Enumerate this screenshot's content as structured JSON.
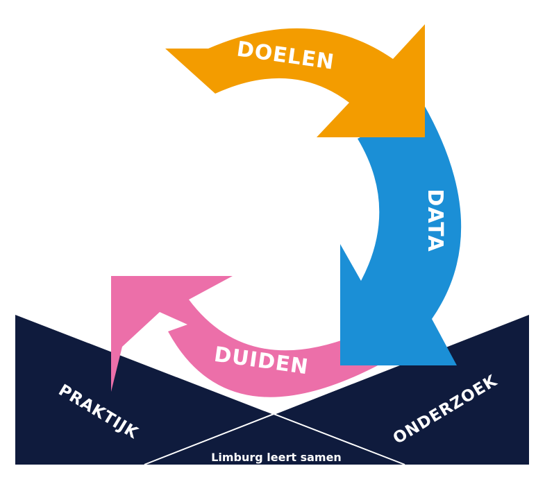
{
  "colors": {
    "background": "#ffffff",
    "navy": "#0f1b3d",
    "orange": "#f39c00",
    "blue": "#1b8fd6",
    "pink": "#ec6fa9",
    "text": "#ffffff"
  },
  "cycle": {
    "doelen": {
      "label": "DOELEN",
      "color": "#f39c00"
    },
    "data": {
      "label": "DATA",
      "color": "#1b8fd6"
    },
    "duiden": {
      "label": "DUIDEN",
      "color": "#ec6fa9"
    }
  },
  "base": {
    "left_label": "PRAKTIJK",
    "right_label": "ONDERZOEK",
    "footer_label": "Limburg leert samen"
  }
}
